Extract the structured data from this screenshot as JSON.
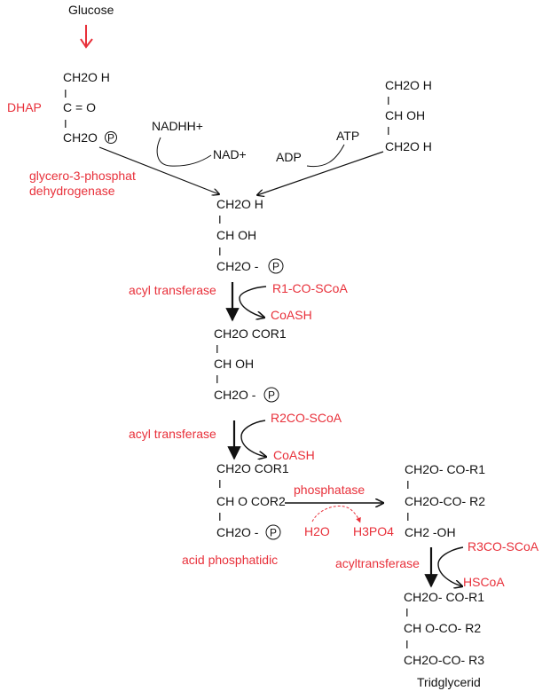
{
  "colors": {
    "enzyme": "#e8303a",
    "text": "#111111",
    "start_arrow": "#e8303a"
  },
  "bond": "I",
  "p_symbol": "P",
  "glucose": "Glucose",
  "dhap": {
    "label": "DHAP",
    "row1": "CH2O H",
    "row2": "C = O",
    "row3": "CH2O"
  },
  "glycerol": {
    "row1": "CH2O H",
    "row2": "CH  OH",
    "row3": "CH2O H"
  },
  "nadhh": "NADHH+",
  "nad": "NAD+",
  "adp": "ADP",
  "atp": "ATP",
  "enzyme1": {
    "line1": "glycero-3-phosphat",
    "line2": "dehydrogenase"
  },
  "g3p": {
    "row1": "CH2O H",
    "row2": "CH  OH",
    "row3": "CH2O -"
  },
  "step1": {
    "enzyme": "acyl transferase",
    "substrate": "R1-CO-SCoA",
    "product": "CoASH"
  },
  "lpa": {
    "row1": "CH2O COR1",
    "row2": "CH  OH",
    "row3": "CH2O -"
  },
  "step2": {
    "enzyme": "acyl transferase",
    "substrate": "R2CO-SCoA",
    "product": "CoASH"
  },
  "pa": {
    "row1": "CH2O COR1",
    "row2": "CH  O COR2",
    "row3": "CH2O -",
    "name": "acid phosphatidic"
  },
  "step3": {
    "enzyme": "phosphatase",
    "reactant": "H2O",
    "product": "H3PO4"
  },
  "dag": {
    "row1": "CH2O- CO-R1",
    "row2": "CH2O-CO- R2",
    "row3": "CH2 -OH"
  },
  "step4": {
    "enzyme": "acyltransferase",
    "substrate": "R3CO-SCoA",
    "product": "HSCoA"
  },
  "tag": {
    "row1": "CH2O- CO-R1",
    "row2": "CH  O-CO- R2",
    "row3": "CH2O-CO- R3",
    "name": "Tridglycerid"
  }
}
